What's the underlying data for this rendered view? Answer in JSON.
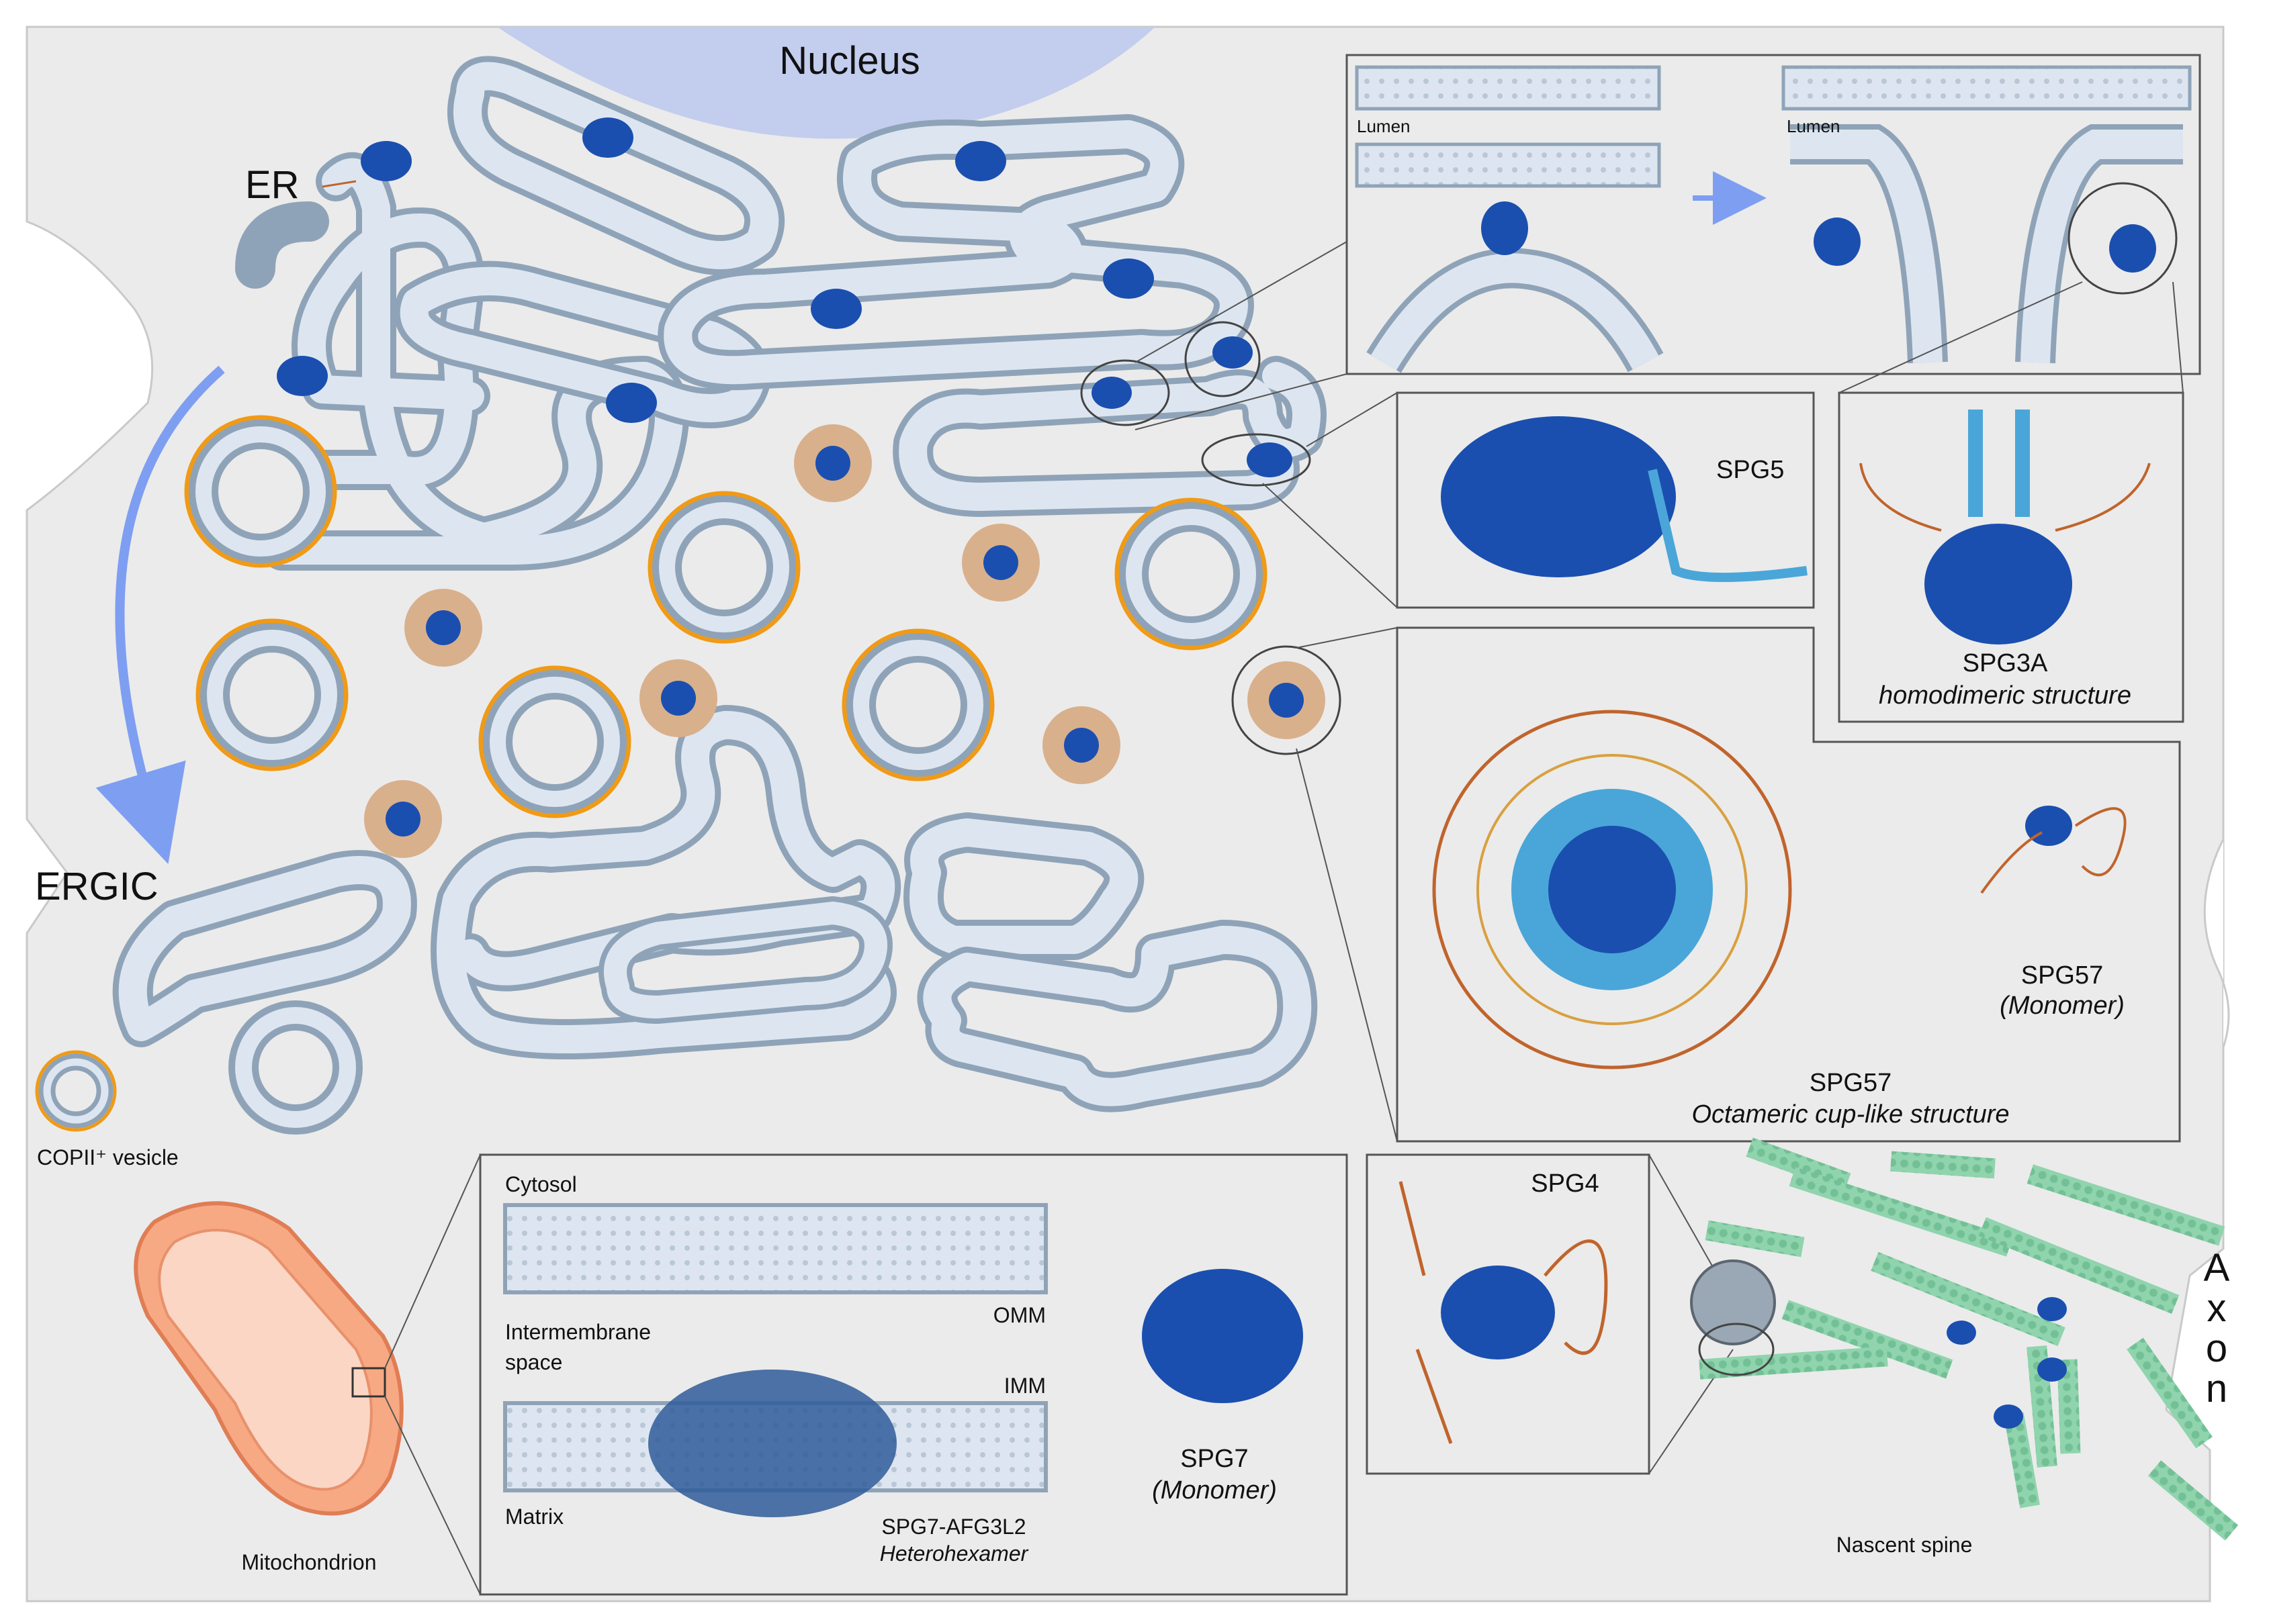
{
  "labels": {
    "nucleus": "Nucleus",
    "er": "ER",
    "ergic": "ERGIC",
    "copii_vesicle": "COPII⁺ vesicle",
    "mitochondrion": "Mitochondrion",
    "nascent_spine": "Nascent spine",
    "axon_letters": [
      "A",
      "x",
      "o",
      "n"
    ]
  },
  "insets": {
    "er_fusion": {
      "lumen_left": "Lumen",
      "lumen_right": "Lumen"
    },
    "spg5": {
      "title": "SPG5"
    },
    "spg3a": {
      "title": "SPG3A",
      "subtitle": "homodimeric structure"
    },
    "spg57": {
      "oct_title": "SPG57",
      "oct_subtitle": "Octameric cup-like structure",
      "mono_title": "SPG57",
      "mono_subtitle": "(Monomer)"
    },
    "mito": {
      "cytosol": "Cytosol",
      "intermembrane_1": "Intermembrane",
      "intermembrane_2": "space",
      "omm": "OMM",
      "imm": "IMM",
      "matrix": "Matrix",
      "hetero_title": "SPG7-AFG3L2",
      "hetero_subtitle": "Heterohexamer",
      "spg7_title": "SPG7",
      "spg7_subtitle": "(Monomer)"
    },
    "spg4": {
      "title": "SPG4"
    }
  },
  "colors": {
    "cell": "#ebebeb",
    "nucleus": "#c3cdee",
    "membrane": "#8fa3b8",
    "membrane_fill": "#dde6f0",
    "vesicle_coat": "#f09a16",
    "arrow": "#7e9ef2",
    "mito": "#f7a983",
    "microtubule": "#86cfa7",
    "protein_blue": "#1a4fb0",
    "protein_orange": "#c0642c"
  }
}
